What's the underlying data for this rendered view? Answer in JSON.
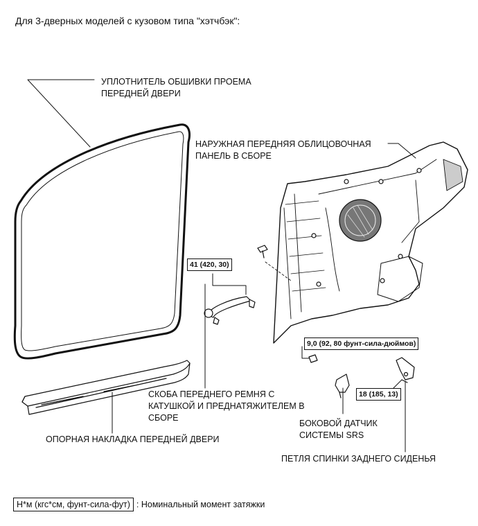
{
  "heading": "Для 3-дверных моделей с кузовом типа \"хэтчбэк\":",
  "labels": {
    "weatherstrip": [
      "УПЛОТНИТЕЛЬ ОБШИВКИ ПРОЕМА",
      "ПЕРЕДНЕЙ ДВЕРИ"
    ],
    "panel": [
      "НАРУЖНАЯ ПЕРЕДНЯЯ ОБЛИЦОВОЧНАЯ",
      "ПАНЕЛЬ В СБОРЕ"
    ],
    "belt_anchor": [
      "СКОБА ПЕРЕДНЕГО РЕМНЯ С",
      "КАТУШКОЙ И ПРЕДНАТЯЖИТЕЛЕМ В",
      "СБОРЕ"
    ],
    "scuff_plate": "ОПОРНАЯ НАКЛАДКА ПЕРЕДНЕЙ ДВЕРИ",
    "srs_sensor": [
      "БОКОВОЙ ДАТЧИК",
      "СИСТЕМЫ SRS"
    ],
    "seat_hinge": "ПЕТЛЯ СПИНКИ ЗАДНЕГО СИДЕНЬЯ"
  },
  "torques": {
    "belt": "41 (420, 30)",
    "sensor": "9,0 (92, 80 фунт-сила-дюймов)",
    "hinge": "18 (185, 13)"
  },
  "legend": {
    "unit": "Н*м (кгс*см, фунт-сила-фут)",
    "text": ": Номинальный момент затяжки"
  }
}
